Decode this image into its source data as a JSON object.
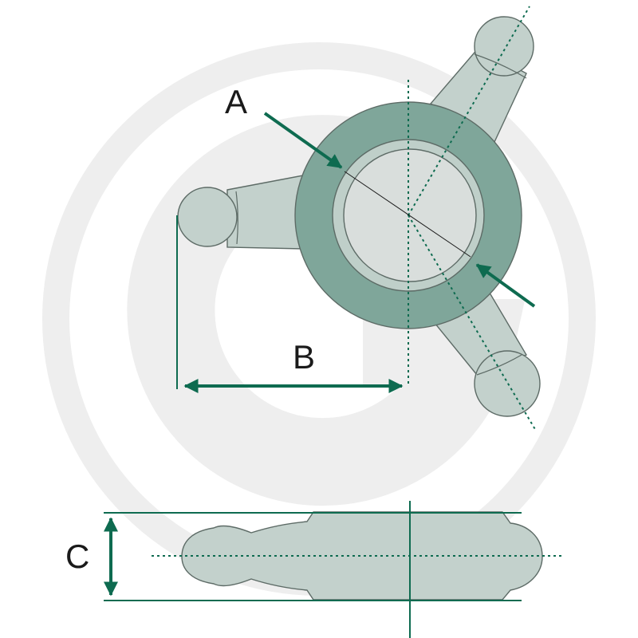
{
  "labels": {
    "a": "A",
    "b": "B",
    "c": "C"
  },
  "colors": {
    "arm_fill": "#c3d1cc",
    "ring_fill": "#7fa69a",
    "inner_ring_fill": "#bfcfc9",
    "hub_fill": "#d9dedc",
    "line": "#0e6b50",
    "outline": "#5d6b66",
    "watermark": "#eeeeee"
  }
}
